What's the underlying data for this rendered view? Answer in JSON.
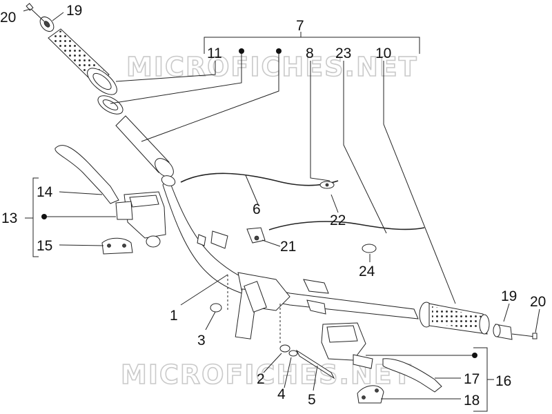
{
  "watermark": "MICROFICHES.NET",
  "callouts": {
    "c1": "1",
    "c2": "2",
    "c3": "3",
    "c4": "4",
    "c5": "5",
    "c6": "6",
    "c7": "7",
    "c8": "8",
    "c10": "10",
    "c11": "11",
    "c13": "13",
    "c14": "14",
    "c15": "15",
    "c16": "16",
    "c17": "17",
    "c18": "18",
    "c19a": "19",
    "c19b": "19",
    "c20a": "20",
    "c20b": "20",
    "c21": "21",
    "c22": "22",
    "c23": "23",
    "c24": "24"
  }
}
